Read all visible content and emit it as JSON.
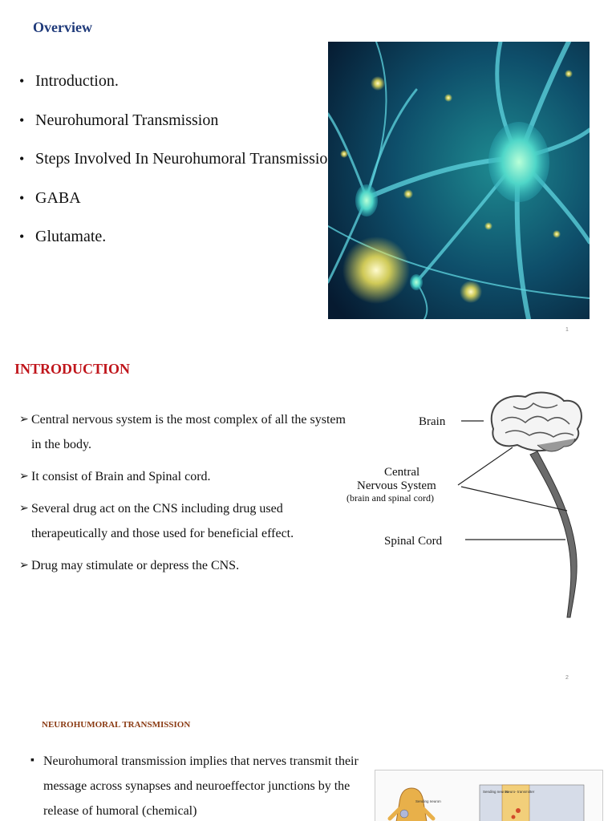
{
  "slide1": {
    "title": "Overview",
    "bullets": [
      "Introduction.",
      "Neurohumoral Transmission",
      "Steps Involved In Neurohumoral Transmission",
      "GABA",
      "Glutamate."
    ],
    "page_number": "1"
  },
  "slide2": {
    "title": "INTRODUCTION",
    "bullets": [
      "Central nervous system is the most complex of all the system in the body.",
      "It consist of Brain and Spinal cord.",
      "Several drug act on the CNS including drug used therapeutically and those used for beneficial effect.",
      "Drug may stimulate or depress the CNS."
    ],
    "figure": {
      "label_brain": "Brain",
      "label_cns_1": "Central",
      "label_cns_2": "Nervous System",
      "label_cns_3": "(brain and spinal cord)",
      "label_spinal": "Spinal Cord"
    },
    "page_number": "2"
  },
  "slide3": {
    "title": "NEUROHUMORAL TRANSMISSION",
    "bullets": [
      "Neurohumoral transmission implies that nerves transmit their message across synapses and neuroeffector junctions by the release of humoral (chemical)"
    ],
    "figure": {
      "label_sending": "Sending neuron",
      "label_neuro": "Neuro- transmitter"
    }
  }
}
